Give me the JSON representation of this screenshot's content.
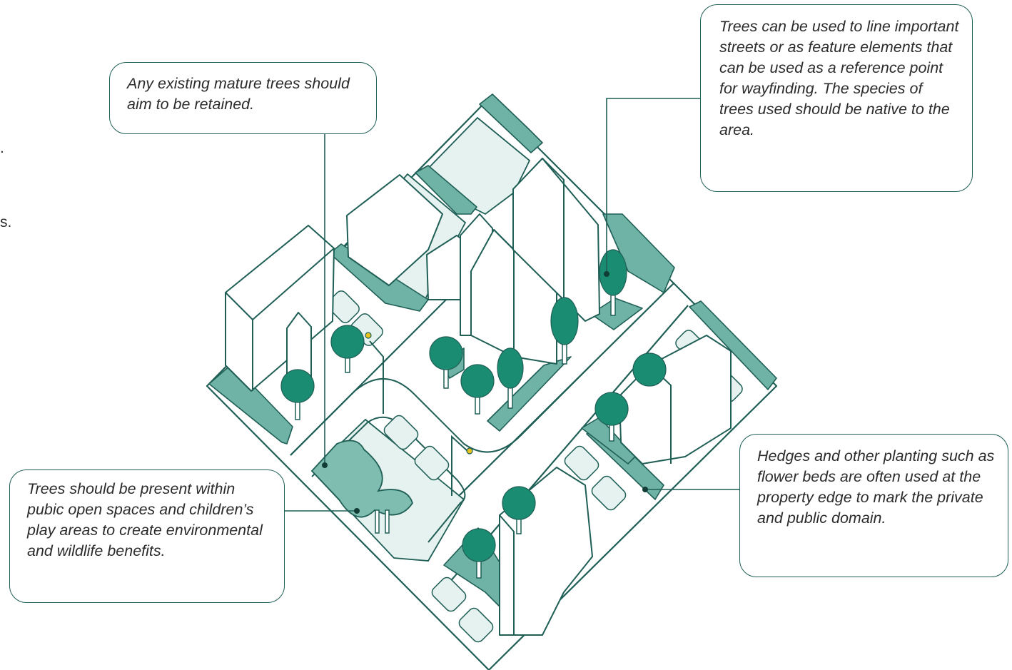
{
  "callouts": {
    "mature_trees": "Any existing mature trees should aim to be retained.",
    "street_trees": "Trees can be used to line important streets or as feature elements that can be used as a reference point for wayfinding. The species of trees used should be native to the area.",
    "hedges": "Hedges and other planting such as flower beds are often used at the property edge to mark the private and public domain.",
    "open_space": "Trees should be present within pubic open spaces and children’s play areas to create environmental and wildlife benefits."
  },
  "edge_fragments": [
    ".",
    "s."
  ],
  "colors": {
    "line": "#1f5f56",
    "tree": "#1a8c72",
    "planting": "#6fb3a6",
    "light_fill": "#e6f2ef",
    "lamp": "#e8c31f"
  }
}
